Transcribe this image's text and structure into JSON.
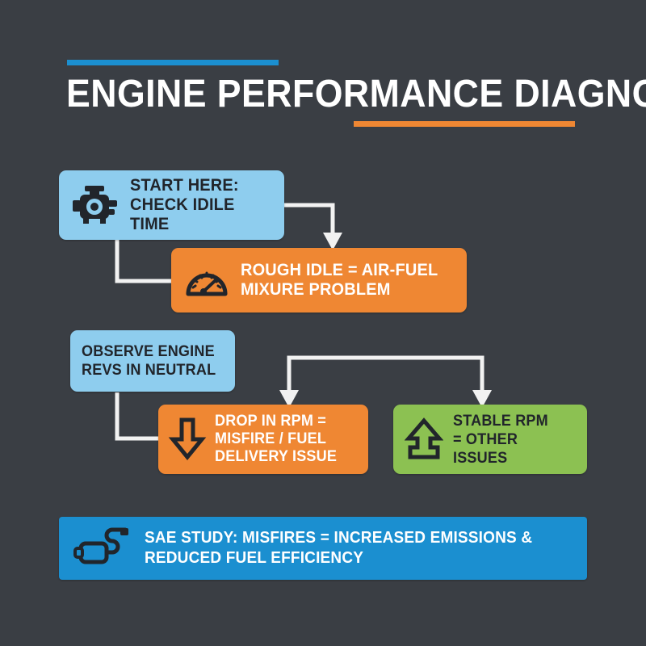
{
  "header": {
    "title": "ENGINE PERFORMANCE DIAGNOSTICS",
    "accent_top_color": "#1b8fd0",
    "accent_bottom_color": "#ef8733"
  },
  "theme": {
    "background": "#3a3e44",
    "light_blue": "#8ecdee",
    "orange": "#ef8733",
    "green": "#8cc152",
    "deep_blue": "#1b8fd0",
    "dark_text": "#21252b",
    "light_text": "#ffffff",
    "connector": "#f2f2f2"
  },
  "flow": {
    "nodes": [
      {
        "id": "start",
        "label": "START HERE:\nCHECK IDILE TIME",
        "icon": "engine-block-icon",
        "color": "#8ecdee"
      },
      {
        "id": "rough_idle",
        "label": "ROUGH IDLE = AIR-FUEL\nMIXURE PROBLEM",
        "icon": "gauge-icon",
        "color": "#ef8733"
      },
      {
        "id": "observe",
        "label": "OBSERVE ENGINE\nREVS IN NEUTRAL",
        "icon": "none",
        "color": "#8ecdee"
      },
      {
        "id": "drop_rpm",
        "label": "DROP IN RPM =\nMISFIRE / FUEL\nDELIVERY ISSUE",
        "icon": "arrow-down-icon",
        "color": "#ef8733"
      },
      {
        "id": "stable_rpm",
        "label": "STABLE RPM\n= OTHER ISSUES",
        "icon": "arrow-up-icon",
        "color": "#8cc152"
      }
    ],
    "footer": {
      "id": "sae_study",
      "label": "SAE STUDY: MISFIRES = INCREASED EMISSIONS &\nREDUCED FUEL EFFICIENCY",
      "icon": "muffler-exhaust-icon",
      "color": "#1b8fd0"
    }
  },
  "chart_data": {
    "type": "diagram",
    "title": "ENGINE PERFORMANCE DIAGNOSTICS",
    "nodes": [
      "START HERE: CHECK IDILE TIME",
      "ROUGH IDLE = AIR-FUEL MIXURE PROBLEM",
      "OBSERVE ENGINE REVS IN NEUTRAL",
      "DROP IN RPM = MISFIRE / FUEL DELIVERY ISSUE",
      "STABLE RPM = OTHER ISSUES",
      "SAE STUDY: MISFIRES = INCREASED EMISSIONS & REDUCED FUEL EFFICIENCY"
    ],
    "edges": [
      {
        "from": "start",
        "to": "rough_idle",
        "style": "elbow-right-down"
      },
      {
        "from": "start",
        "to": "rough_idle",
        "style": "elbow-down-right"
      },
      {
        "from": "observe",
        "to": "drop_rpm",
        "style": "elbow-down-right"
      },
      {
        "from": "observe",
        "to": "drop_rpm",
        "style": "bracket-down-left"
      },
      {
        "from": "observe",
        "to": "stable_rpm",
        "style": "bracket-down-right"
      }
    ]
  }
}
